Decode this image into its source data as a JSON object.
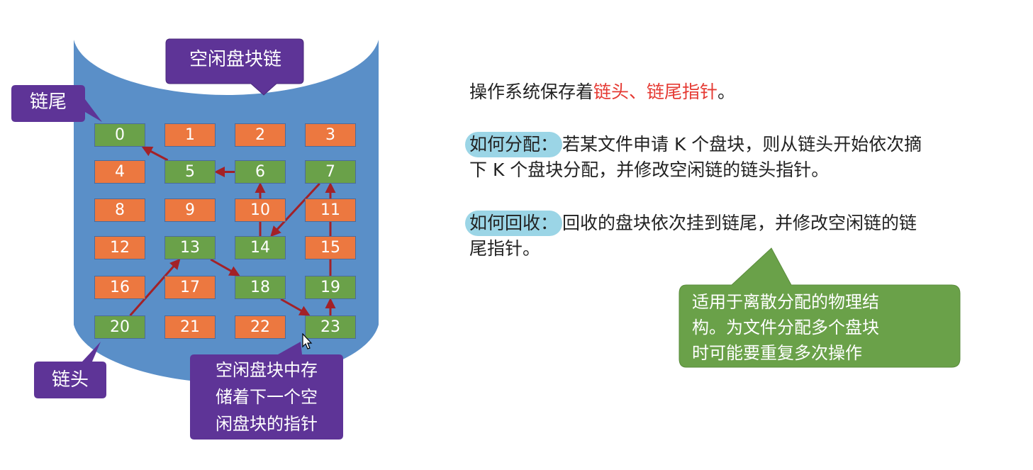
{
  "diagram": {
    "callouts": {
      "free_chain_title": "空闲盘块链",
      "tail_label": "链尾",
      "head_label": "链头",
      "pointer_note": "空闲盘块中存储着下一个空闲盘块的指针"
    },
    "pointer_note_lines": [
      "空闲盘块中存",
      "储着下一个空",
      "闲盘块的指针"
    ],
    "blocks": [
      "0",
      "1",
      "2",
      "3",
      "4",
      "5",
      "6",
      "7",
      "8",
      "9",
      "10",
      "11",
      "12",
      "13",
      "14",
      "15",
      "16",
      "17",
      "18",
      "19",
      "20",
      "21",
      "22",
      "23"
    ],
    "free_blocks": [
      0,
      5,
      6,
      7,
      13,
      14,
      18,
      19,
      20,
      23
    ],
    "chain_order": [
      20,
      13,
      18,
      23,
      19,
      7,
      14,
      6,
      5,
      0
    ],
    "colors": {
      "disk": "#5a8fc8",
      "free": "#6aa149",
      "used": "#ec7840",
      "callout": "#5e3497",
      "arrow": "#a32127",
      "note": "#6aa149",
      "highlight": "#9bd5e6",
      "emphasis": "#e53a33"
    }
  },
  "text": {
    "line1_prefix": "操作系统保存着",
    "line1_highlight": "链头、链尾指针",
    "line1_suffix": "。",
    "alloc_label": "如何分配：",
    "alloc_line1": "若某文件申请 K 个盘块，则从链头开始依次摘",
    "alloc_line2": "下 K 个盘块分配，并修改空闲链的链头指针。",
    "recycle_label": "如何回收：",
    "recycle_line1": "回收的盘块依次挂到链尾，并修改空闲链的链",
    "recycle_line2": "尾指针。"
  },
  "note": {
    "text": "适用于离散分配的物理结构。为文件分配多个盘块时可能要重复多次操作",
    "lines": [
      "适用于离散分配的物理结",
      "构。为文件分配多个盘块",
      "时可能要重复多次操作"
    ]
  }
}
